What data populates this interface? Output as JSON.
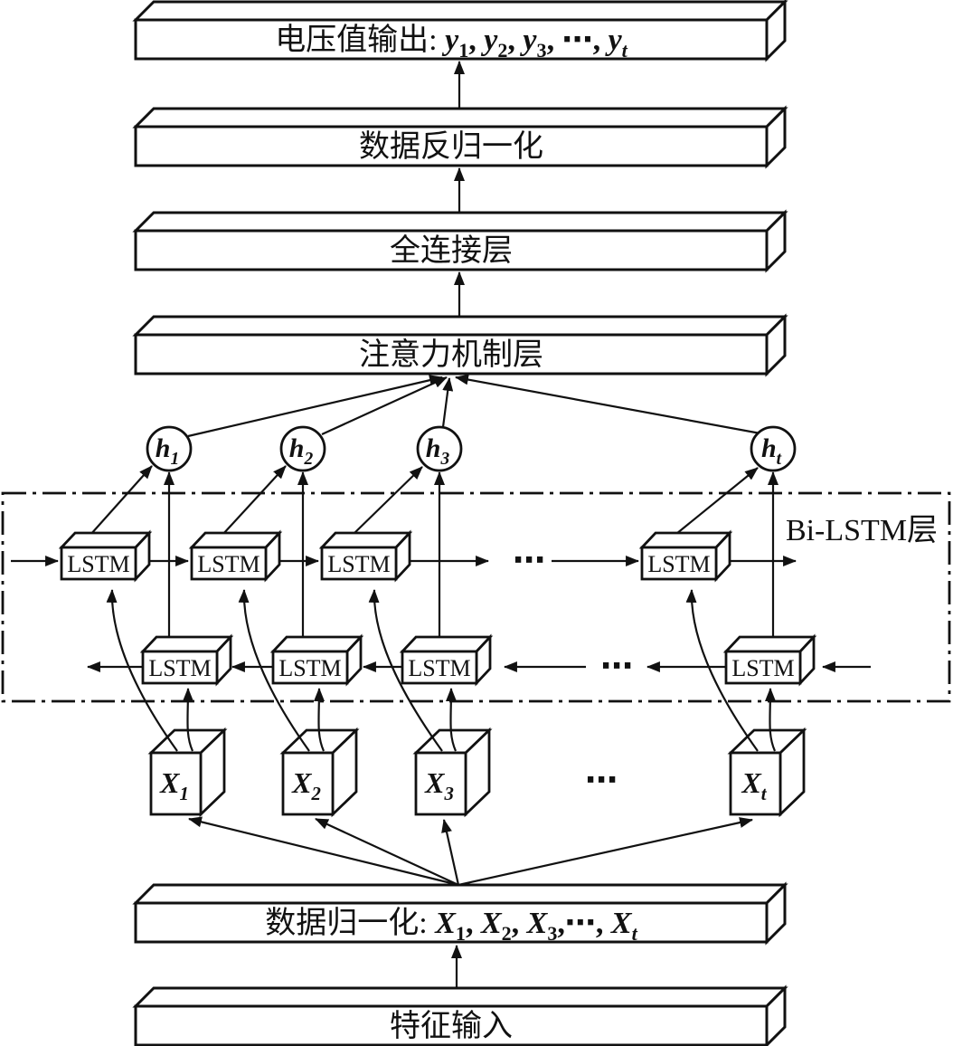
{
  "diagram": {
    "bars": [
      {
        "prefix": "电压值输出: ",
        "math": [
          {
            "t": "y",
            "i": 1,
            "b": 1
          },
          {
            "t": "1",
            "sub": 1,
            "b": 1
          },
          {
            "t": ", ",
            "b": 1
          },
          {
            "t": "y",
            "i": 1,
            "b": 1
          },
          {
            "t": "2",
            "sub": 1,
            "b": 1
          },
          {
            "t": ", ",
            "b": 1
          },
          {
            "t": "y",
            "i": 1,
            "b": 1
          },
          {
            "t": "3",
            "sub": 1,
            "b": 1
          },
          {
            "t": ", ⋯, ",
            "b": 1
          },
          {
            "t": "y",
            "i": 1,
            "b": 1
          },
          {
            "t": "t",
            "sub": 1,
            "i": 1,
            "b": 1
          }
        ]
      },
      {
        "label": "数据反归一化"
      },
      {
        "label": "全连接层"
      },
      {
        "label": "注意力机制层"
      },
      {
        "prefix": "数据归一化: ",
        "math": [
          {
            "t": "X",
            "i": 1,
            "b": 1
          },
          {
            "t": "1",
            "sub": 1,
            "b": 1
          },
          {
            "t": ", ",
            "b": 1
          },
          {
            "t": "X",
            "i": 1,
            "b": 1
          },
          {
            "t": "2",
            "sub": 1,
            "b": 1
          },
          {
            "t": ", ",
            "b": 1
          },
          {
            "t": "X",
            "i": 1,
            "b": 1
          },
          {
            "t": "3",
            "sub": 1,
            "b": 1
          },
          {
            "t": ",⋯, ",
            "b": 1
          },
          {
            "t": "X",
            "i": 1,
            "b": 1
          },
          {
            "t": "t",
            "sub": 1,
            "i": 1,
            "b": 1
          }
        ]
      },
      {
        "label": "特征输入"
      }
    ],
    "bilstm_label": "Bi-LSTM层",
    "lstm": "LSTM",
    "ellipsis": "⋯",
    "hidden": [
      [
        {
          "t": "h",
          "i": 1,
          "b": 1
        },
        {
          "t": "1",
          "sub": 1
        }
      ],
      [
        {
          "t": "h",
          "i": 1,
          "b": 1
        },
        {
          "t": "2",
          "sub": 1
        }
      ],
      [
        {
          "t": "h",
          "i": 1,
          "b": 1
        },
        {
          "t": "3",
          "sub": 1
        }
      ],
      [
        {
          "t": "h",
          "i": 1,
          "b": 1
        },
        {
          "t": "t",
          "sub": 1,
          "i": 1
        }
      ]
    ],
    "inputs": [
      [
        {
          "t": "X",
          "i": 1,
          "b": 1
        },
        {
          "t": "1",
          "sub": 1
        }
      ],
      [
        {
          "t": "X",
          "i": 1,
          "b": 1
        },
        {
          "t": "2",
          "sub": 1
        }
      ],
      [
        {
          "t": "X",
          "i": 1,
          "b": 1
        },
        {
          "t": "3",
          "sub": 1
        }
      ],
      [
        {
          "t": "X",
          "i": 1,
          "b": 1
        },
        {
          "t": "t",
          "sub": 1,
          "i": 1
        }
      ]
    ]
  }
}
